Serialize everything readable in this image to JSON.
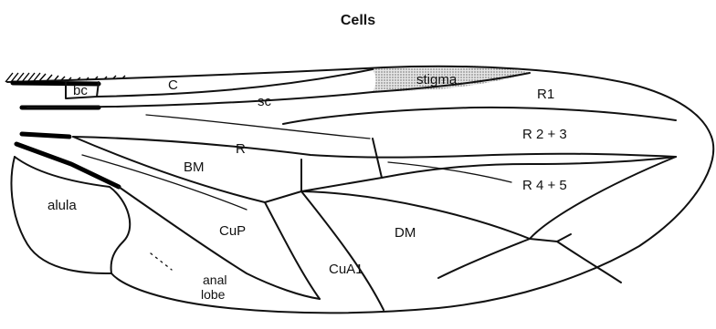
{
  "title": "Cells",
  "cells": {
    "bc": "bc",
    "c": "C",
    "sc": "sc",
    "stigma": "stigma",
    "r1": "R1",
    "r23": "R 2 + 3",
    "r": "R",
    "bm": "BM",
    "r45": "R 4 + 5",
    "alula": "alula",
    "cup": "CuP",
    "dm": "DM",
    "cua1": "CuA1",
    "anal_line1": "anal",
    "anal_line2": "lobe"
  },
  "colors": {
    "stroke": "#111111",
    "stigma_fill": "#b5b5b5"
  }
}
